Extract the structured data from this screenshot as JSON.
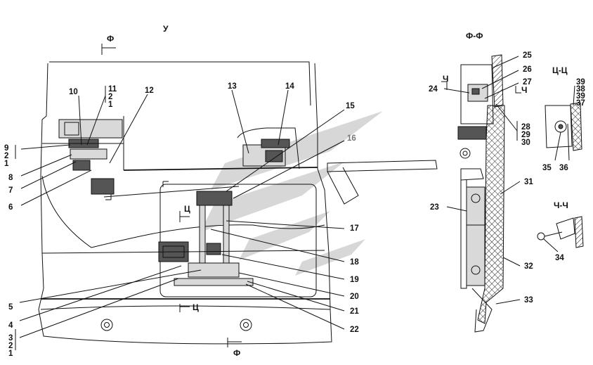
{
  "view_titles": {
    "main": "У",
    "section_ff": "Ф-Ф",
    "section_cc": "Ц-Ц",
    "section_chch": "Ч-Ч"
  },
  "section_marks": {
    "f_top": "Ф",
    "f_bottom": "Ф",
    "c_upper": "Ц",
    "c_lower": "Ц",
    "ch_left": "Ч",
    "ch_right": "Ч"
  },
  "callouts": [
    {
      "id": "c1",
      "text": "1"
    },
    {
      "id": "c2",
      "text": "2"
    },
    {
      "id": "c3",
      "text": "3"
    },
    {
      "id": "c4",
      "text": "4"
    },
    {
      "id": "c5",
      "text": "5"
    },
    {
      "id": "c6",
      "text": "6"
    },
    {
      "id": "c7",
      "text": "7"
    },
    {
      "id": "c8",
      "text": "8"
    },
    {
      "id": "c9",
      "text": "9"
    },
    {
      "id": "c10",
      "text": "10"
    },
    {
      "id": "c11",
      "text": "11"
    },
    {
      "id": "c12",
      "text": "12"
    },
    {
      "id": "c13",
      "text": "13"
    },
    {
      "id": "c14",
      "text": "14"
    },
    {
      "id": "c15",
      "text": "15"
    },
    {
      "id": "c16",
      "text": "16"
    },
    {
      "id": "c17",
      "text": "17"
    },
    {
      "id": "c18",
      "text": "18"
    },
    {
      "id": "c19",
      "text": "19"
    },
    {
      "id": "c20",
      "text": "20"
    },
    {
      "id": "c21",
      "text": "21"
    },
    {
      "id": "c22",
      "text": "22"
    },
    {
      "id": "c23",
      "text": "23"
    },
    {
      "id": "c24",
      "text": "24"
    },
    {
      "id": "c25",
      "text": "25"
    },
    {
      "id": "c26",
      "text": "26"
    },
    {
      "id": "c27",
      "text": "27"
    },
    {
      "id": "c28",
      "text": "28"
    },
    {
      "id": "c29",
      "text": "29"
    },
    {
      "id": "c30",
      "text": "30"
    },
    {
      "id": "c31",
      "text": "31"
    },
    {
      "id": "c32",
      "text": "32"
    },
    {
      "id": "c33",
      "text": "33"
    },
    {
      "id": "c34",
      "text": "34"
    },
    {
      "id": "c35",
      "text": "35"
    },
    {
      "id": "c36",
      "text": "36"
    },
    {
      "id": "c37",
      "text": "37"
    },
    {
      "id": "c38",
      "text": "38"
    },
    {
      "id": "c39",
      "text": "39"
    }
  ],
  "stacked_callouts": {
    "s11": [
      "11",
      "2",
      "1"
    ],
    "s9": [
      "9",
      "2",
      "1"
    ],
    "s3": [
      "3",
      "2",
      "1"
    ],
    "s28": [
      "28",
      "29",
      "30"
    ],
    "s39": [
      "39",
      "38",
      "39",
      "37"
    ]
  },
  "colors": {
    "line": "#111111",
    "hatch": "#111111",
    "watermark": "#c9c9c9",
    "background": "#ffffff"
  }
}
